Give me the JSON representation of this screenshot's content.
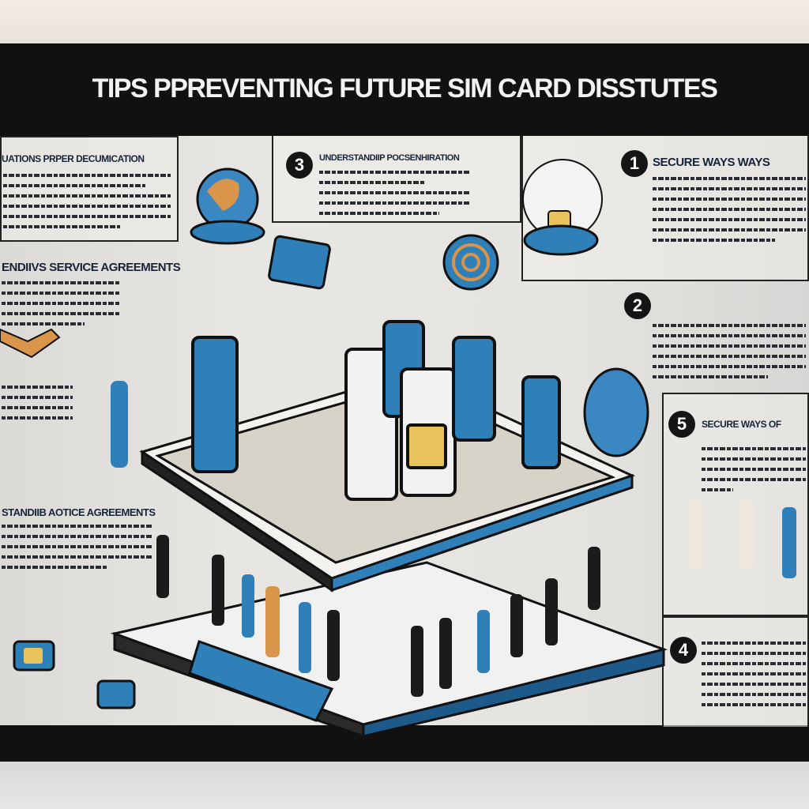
{
  "poster": {
    "title": "TIPS PPREVENTING FUTURE SIM CARD DISSTUTES",
    "sections": [
      {
        "number": "",
        "heading": "UATIONS PRPER DECUMICATION"
      },
      {
        "number": "3",
        "heading": "UNDERSTANDIIP POCSENHIRATION"
      },
      {
        "number": "1",
        "heading": "SECURE WAYS WAYS"
      },
      {
        "number": "",
        "heading": "ENDIIVS SERVICE AGREEMENTS"
      },
      {
        "number": "2",
        "heading": ""
      },
      {
        "number": "5",
        "heading": "SECURE WAYS OF"
      },
      {
        "number": "",
        "heading": "STANDIIB AOTICE AGREEMENTS"
      },
      {
        "number": "4",
        "heading": ""
      }
    ]
  },
  "colors": {
    "accent_blue": "#2f7fb8",
    "accent_orange": "#d9954a",
    "sim_gold": "#e8c25a",
    "ink": "#151515"
  }
}
